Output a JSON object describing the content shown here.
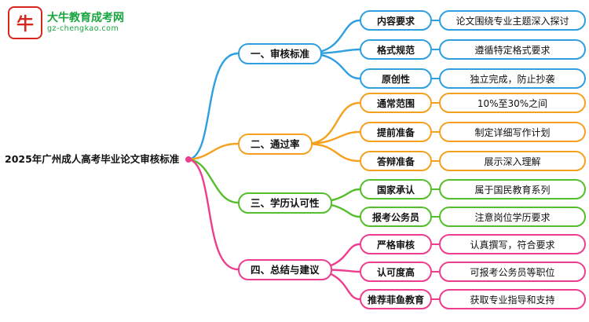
{
  "logo": {
    "site_name": "大牛教育成考网",
    "site_url": "gz-chengkao.com",
    "icon": "bull-icon",
    "brand_red": "#d7281e",
    "brand_green": "#16a53f"
  },
  "root": {
    "title": "2025年广州成人高考毕业论文审核标准"
  },
  "colors": {
    "root_dot": "#EE3D8F"
  },
  "branches": [
    {
      "label": "一、审核标准",
      "color": "#2F9FE0",
      "items": [
        {
          "key": "内容要求",
          "value": "论文围绕专业主题深入探讨"
        },
        {
          "key": "格式规范",
          "value": "遵循特定格式要求"
        },
        {
          "key": "原创性",
          "value": "独立完成，防止抄袭"
        }
      ]
    },
    {
      "label": "二、通过率",
      "color": "#F5A11F",
      "items": [
        {
          "key": "通常范围",
          "value": "10%至30%之间"
        },
        {
          "key": "提前准备",
          "value": "制定详细写作计划"
        },
        {
          "key": "答辩准备",
          "value": "展示深入理解"
        }
      ]
    },
    {
      "label": "三、学历认可性",
      "color": "#55BE2D",
      "items": [
        {
          "key": "国家承认",
          "value": "属于国民教育系列"
        },
        {
          "key": "报考公务员",
          "value": "注意岗位学历要求"
        }
      ]
    },
    {
      "label": "四、总结与建议",
      "color": "#EE3D8F",
      "items": [
        {
          "key": "严格审核",
          "value": "认真撰写，符合要求"
        },
        {
          "key": "认可度高",
          "value": "可报考公务员等职位"
        },
        {
          "key": "推荐菲鱼教育",
          "value": "获取专业指导和支持"
        }
      ]
    }
  ]
}
